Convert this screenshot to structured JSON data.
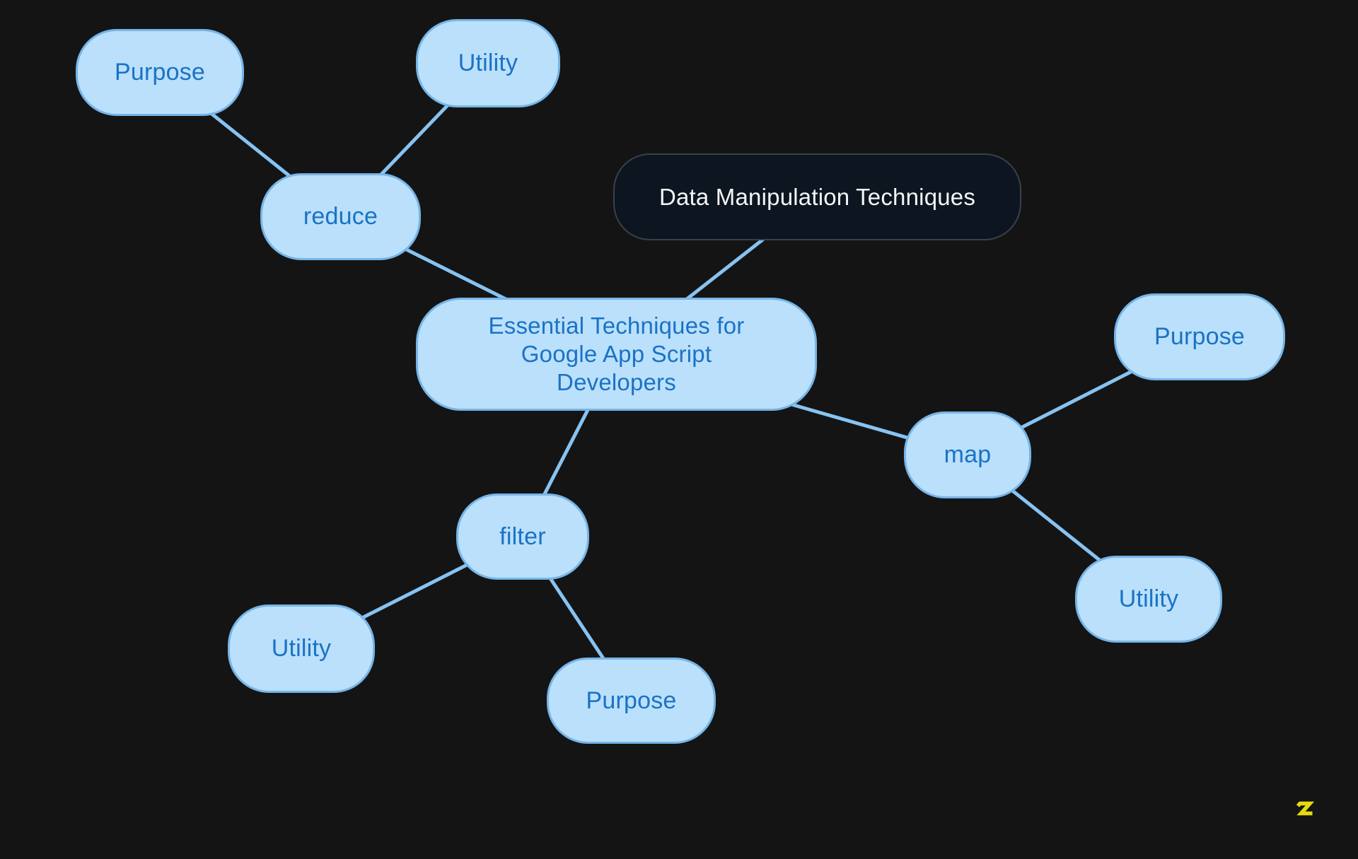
{
  "colors": {
    "background": "#141414",
    "node_fill": "#BAE0FB",
    "node_border": "#76B5E8",
    "node_text": "#1B72C5",
    "edge_line": "#87C3F2",
    "dark_node_fill": "#0D1520",
    "dark_node_border": "#3A4149",
    "dark_node_text": "#F4F5F6",
    "logo_color": "#E5D910"
  },
  "mindmap": {
    "nodes": [
      {
        "id": "central",
        "label": "Essential Techniques for Google App Script Developers",
        "type": "root"
      },
      {
        "id": "topic",
        "label": "Data Manipulation Techniques",
        "type": "dark"
      },
      {
        "id": "reduce",
        "label": "reduce",
        "type": "branch"
      },
      {
        "id": "map",
        "label": "map",
        "type": "branch"
      },
      {
        "id": "filter",
        "label": "filter",
        "type": "branch"
      },
      {
        "id": "reduce-purpose",
        "label": "Purpose",
        "type": "leaf"
      },
      {
        "id": "reduce-utility",
        "label": "Utility",
        "type": "leaf"
      },
      {
        "id": "map-purpose",
        "label": "Purpose",
        "type": "leaf"
      },
      {
        "id": "map-utility",
        "label": "Utility",
        "type": "leaf"
      },
      {
        "id": "filter-utility",
        "label": "Utility",
        "type": "leaf"
      },
      {
        "id": "filter-purpose",
        "label": "Purpose",
        "type": "leaf"
      }
    ],
    "edges": [
      {
        "from": "topic",
        "to": "central"
      },
      {
        "from": "reduce",
        "to": "central"
      },
      {
        "from": "central",
        "to": "map"
      },
      {
        "from": "central",
        "to": "filter"
      },
      {
        "from": "reduce-purpose",
        "to": "reduce"
      },
      {
        "from": "reduce-utility",
        "to": "reduce"
      },
      {
        "from": "map",
        "to": "map-purpose"
      },
      {
        "from": "map",
        "to": "map-utility"
      },
      {
        "from": "filter",
        "to": "filter-utility"
      },
      {
        "from": "filter",
        "to": "filter-purpose"
      }
    ]
  },
  "edge_style": {
    "stroke_width": 5
  },
  "logo": {
    "glyph": "S"
  }
}
